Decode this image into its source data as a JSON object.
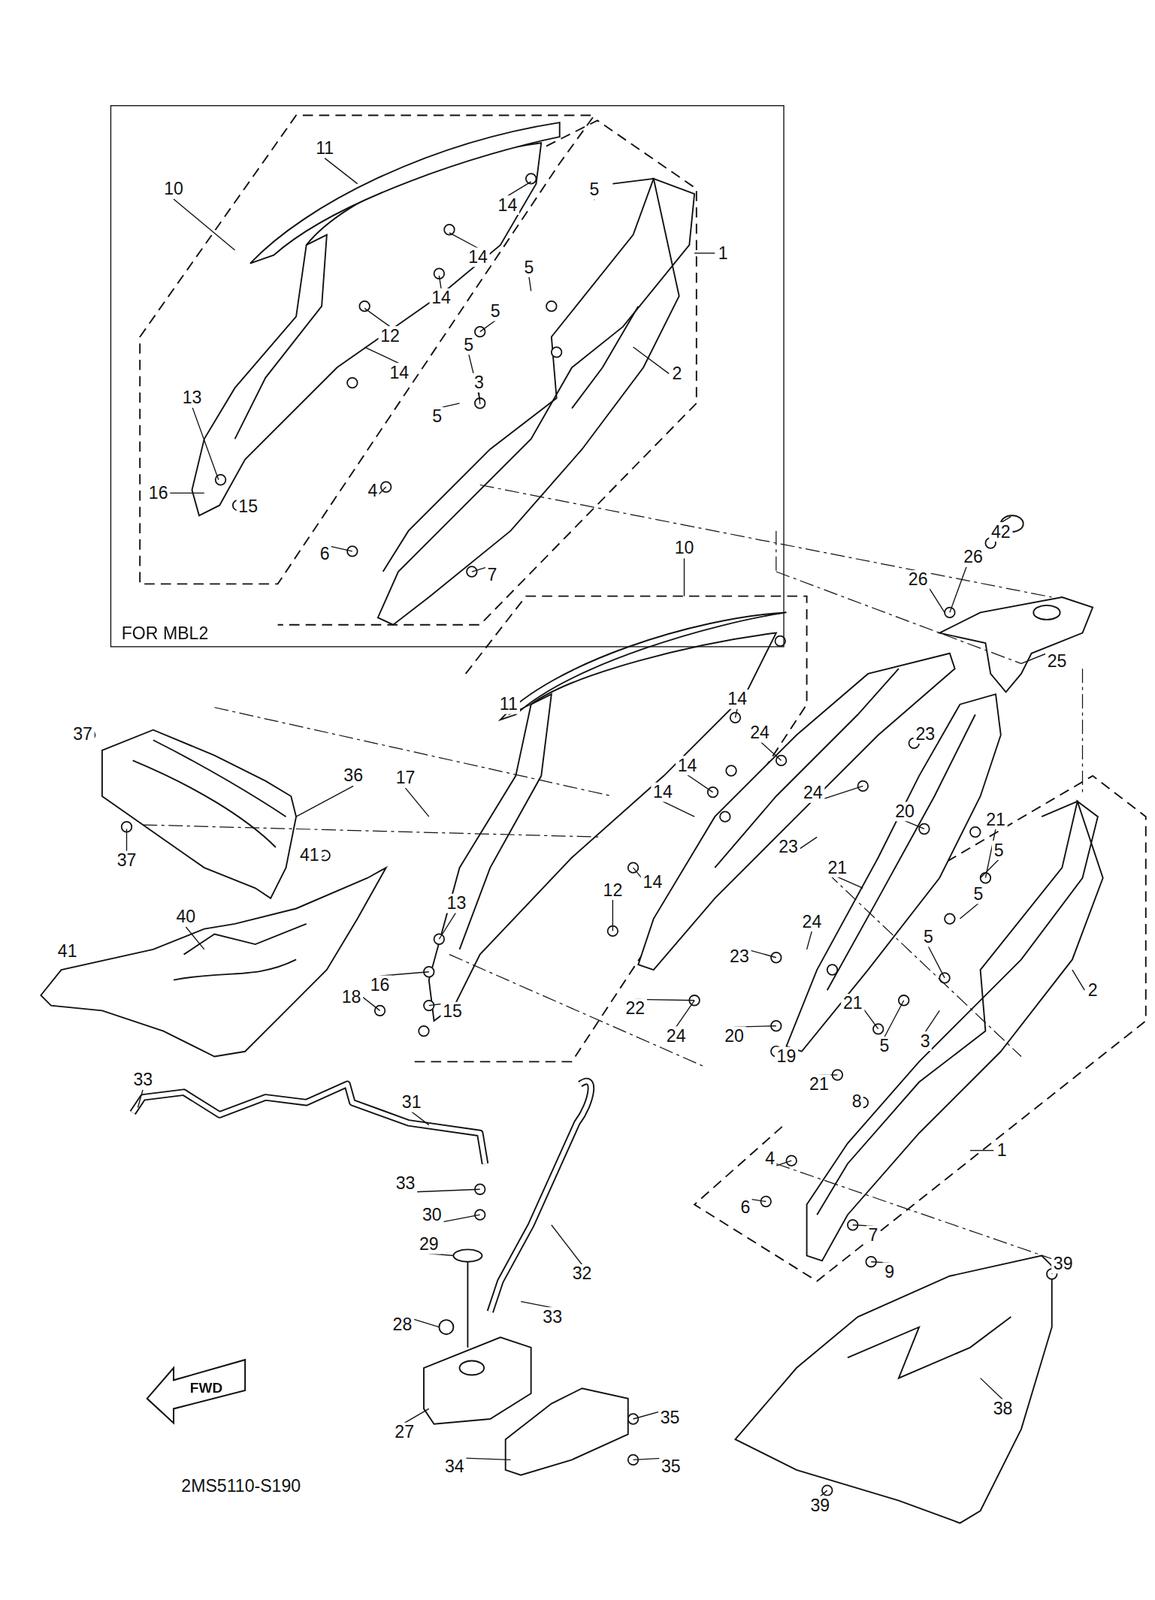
{
  "diagram": {
    "nodes": [
      {
        "text": [
          "FOR MBL2"
        ]
      },
      {
        "text": [
          "FWD"
        ]
      }
    ],
    "labels": [
      "11",
      "10",
      "14",
      "5",
      "1",
      "14",
      "14",
      "5",
      "5",
      "12",
      "5",
      "2",
      "14",
      "3",
      "13",
      "5",
      "4",
      "16",
      "15",
      "6",
      "7",
      "10",
      "42",
      "26",
      "26",
      "25",
      "11",
      "14",
      "24",
      "23",
      "37",
      "36",
      "14",
      "17",
      "14",
      "24",
      "20",
      "21",
      "37",
      "41",
      "23",
      "5",
      "21",
      "14",
      "12",
      "5",
      "13",
      "40",
      "24",
      "5",
      "41",
      "23",
      "16",
      "2",
      "18",
      "21",
      "15",
      "22",
      "24",
      "20",
      "5",
      "3",
      "19",
      "33",
      "21",
      "31",
      "8",
      "1",
      "4",
      "33",
      "6",
      "30",
      "7",
      "29",
      "9",
      "39",
      "32",
      "33",
      "28",
      "38",
      "35",
      "27",
      "34",
      "35",
      "2MS5110-S190",
      "39"
    ]
  }
}
